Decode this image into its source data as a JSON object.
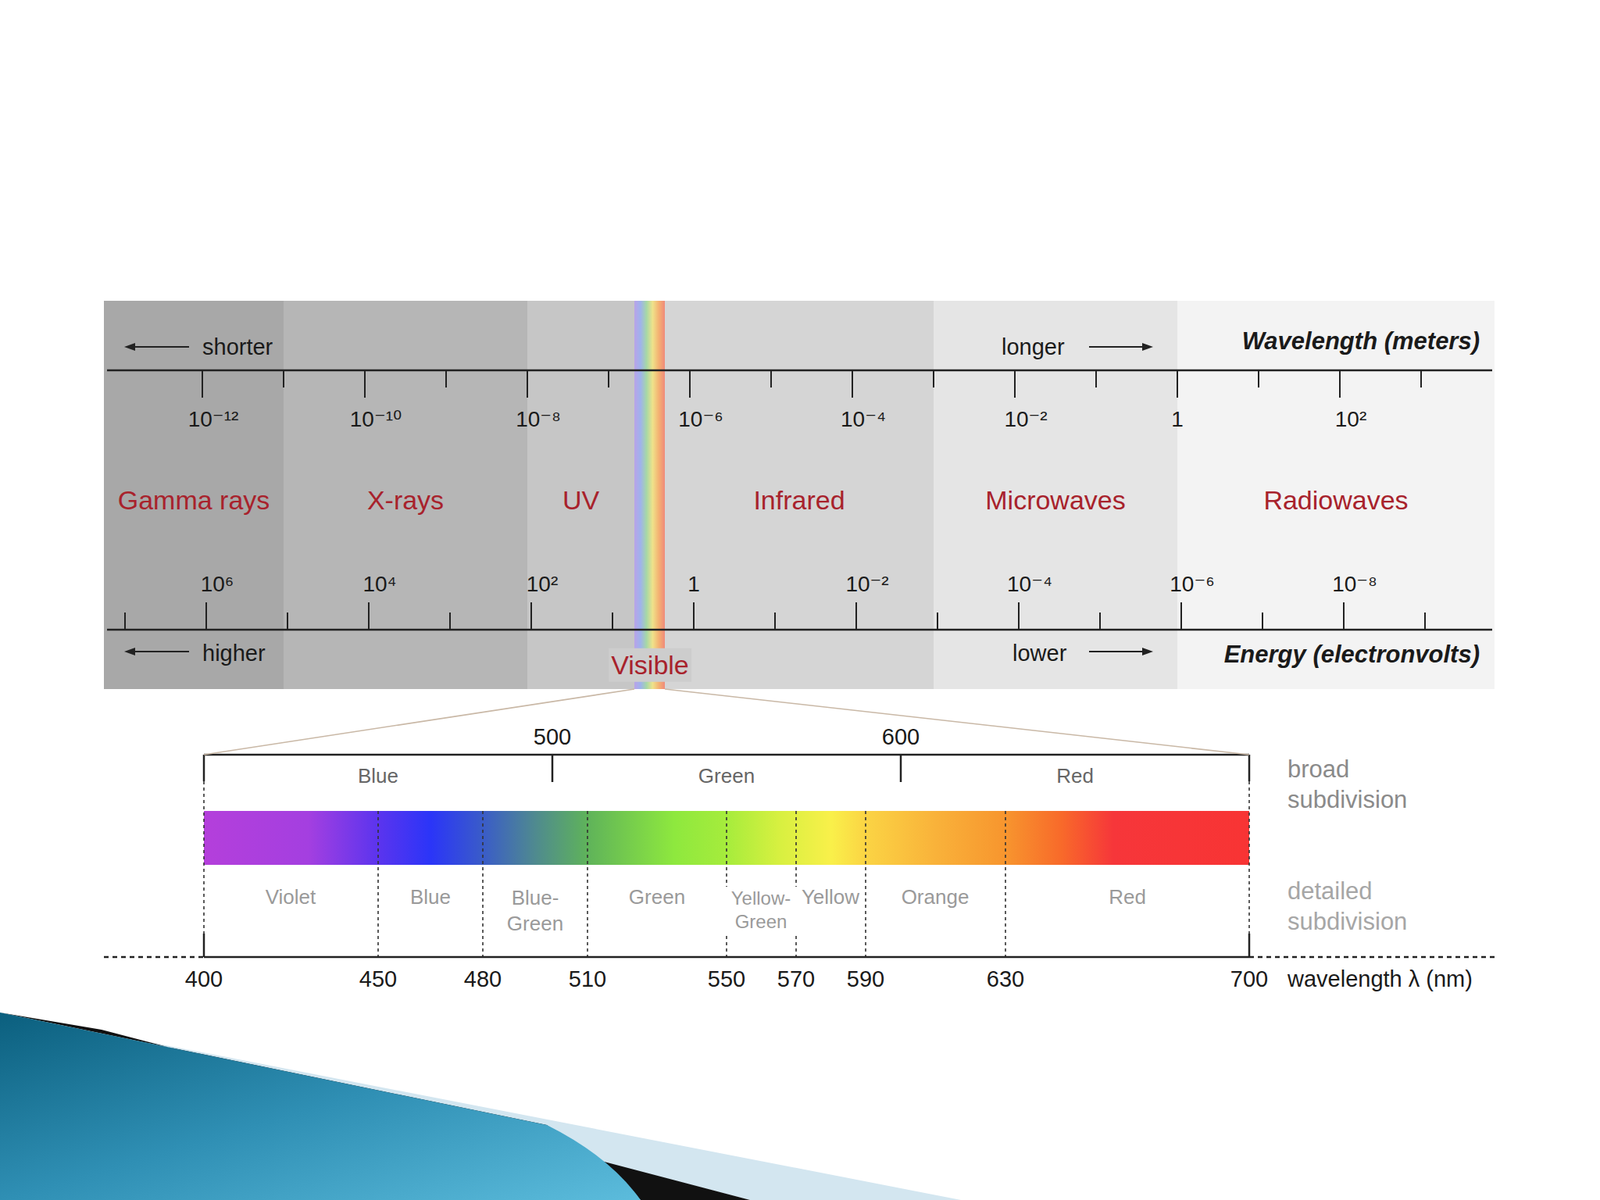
{
  "diagram": {
    "nodes": [
      {
        "text": [
          "Gamma rays"
        ]
      },
      {
        "text": [
          "X-rays"
        ]
      },
      {
        "text": [
          "UV"
        ]
      },
      {
        "text": [
          "Infrared"
        ]
      },
      {
        "text": [
          "Microwaves"
        ]
      },
      {
        "text": [
          "Radiowaves"
        ]
      }
    ],
    "labels": [
      "shorter",
      "longer",
      "Wavelength (meters)",
      "10⁻¹²",
      "10⁻¹⁰",
      "10⁻⁸",
      "10⁻⁶",
      "10⁻⁴",
      "10⁻²",
      "1",
      "10²",
      "10⁶",
      "10⁴",
      "10²",
      "1",
      "10⁻²",
      "10⁻⁴",
      "10⁻⁶",
      "10⁻⁸",
      "higher",
      "lower",
      "Energy (electronvolts)",
      "Visible",
      "500",
      "600",
      "Blue",
      "Green",
      "Red",
      "broad subdivision",
      "Violet",
      "Blue",
      "Blue- Green",
      "Green",
      "Yellow- Green",
      "Yellow",
      "Orange",
      "Red",
      "detailed subdivision",
      "400",
      "450",
      "480",
      "510",
      "550",
      "570",
      "590",
      "630",
      "700",
      "wavelength λ (nm)"
    ]
  }
}
